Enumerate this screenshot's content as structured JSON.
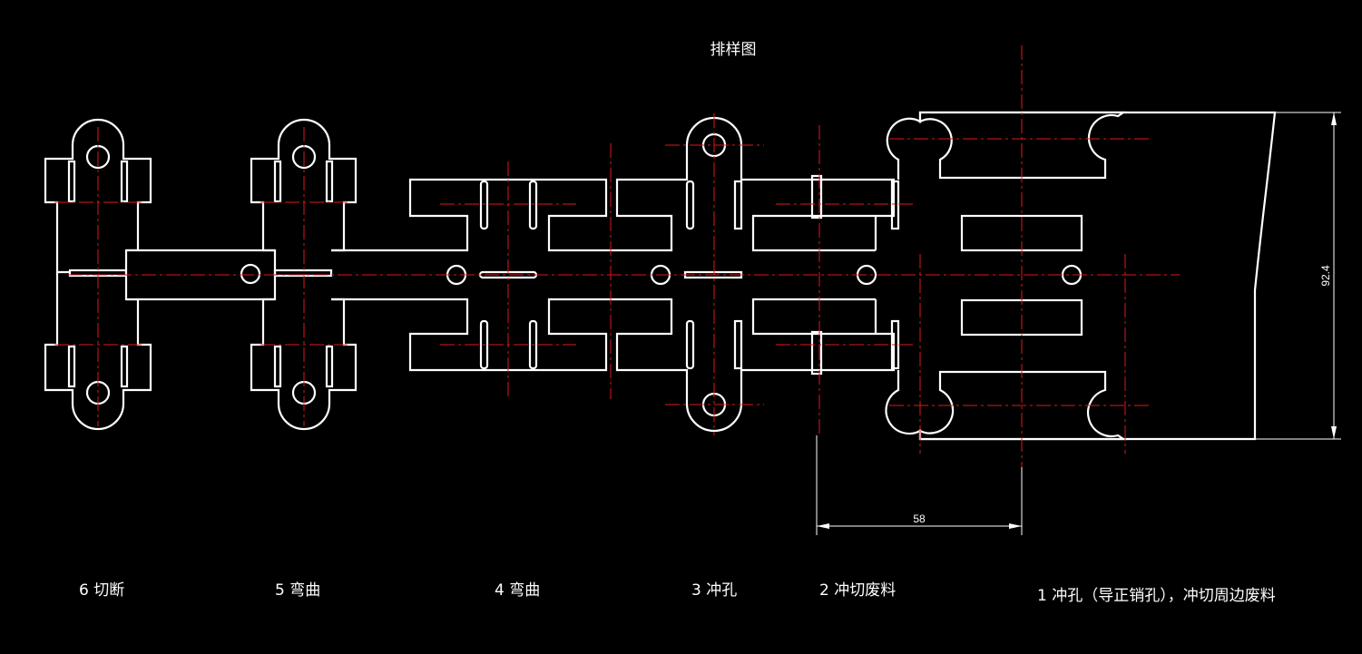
{
  "title": "排样图",
  "stations": [
    {
      "label": "6 切断"
    },
    {
      "label": "5 弯曲"
    },
    {
      "label": "4 弯曲"
    },
    {
      "label": "3 冲孔"
    },
    {
      "label": "2 冲切废料"
    },
    {
      "label": "1 冲孔（导正销孔），冲切周边废料"
    }
  ],
  "dimensions": {
    "step": "58",
    "width": "92.4"
  },
  "colors": {
    "background": "#000000",
    "outline": "#ffffff",
    "centerline": "#e01818"
  }
}
